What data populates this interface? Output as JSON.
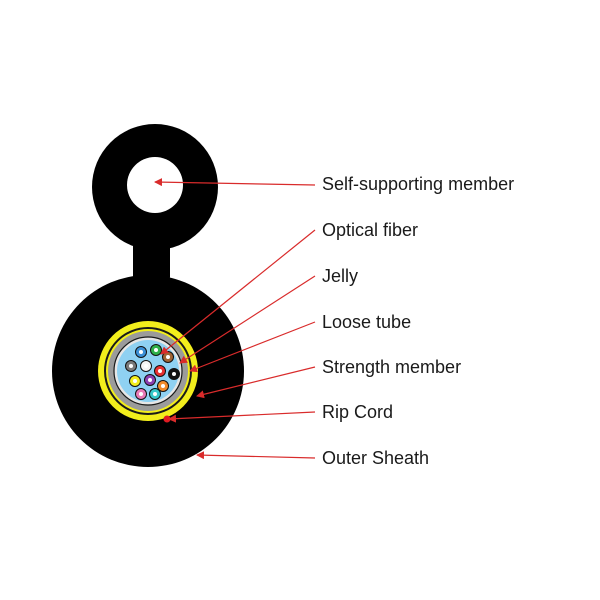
{
  "labels": [
    "Self-supporting member",
    "Optical fiber",
    "Jelly",
    "Loose tube",
    "Strength member",
    "Rip Cord",
    "Outer Sheath"
  ],
  "colors": {
    "sheath": "#000000",
    "strength_member": "#f2ee1c",
    "jelly": "#9b9b9b",
    "loose_tube": "#e6e6e6",
    "gel_fill": "#8fd1f2",
    "rip_cord": "#e01b22",
    "leader_lines": "#d92b2b",
    "fibers": [
      "#3a8fd6",
      "#2fb04a",
      "#a06434",
      "#7a7a7a",
      "#f4f4f4",
      "#e53030",
      "#111111",
      "#f2ee1c",
      "#8a3fb0",
      "#f08a2a",
      "#e87ab8",
      "#35c7c9"
    ]
  }
}
